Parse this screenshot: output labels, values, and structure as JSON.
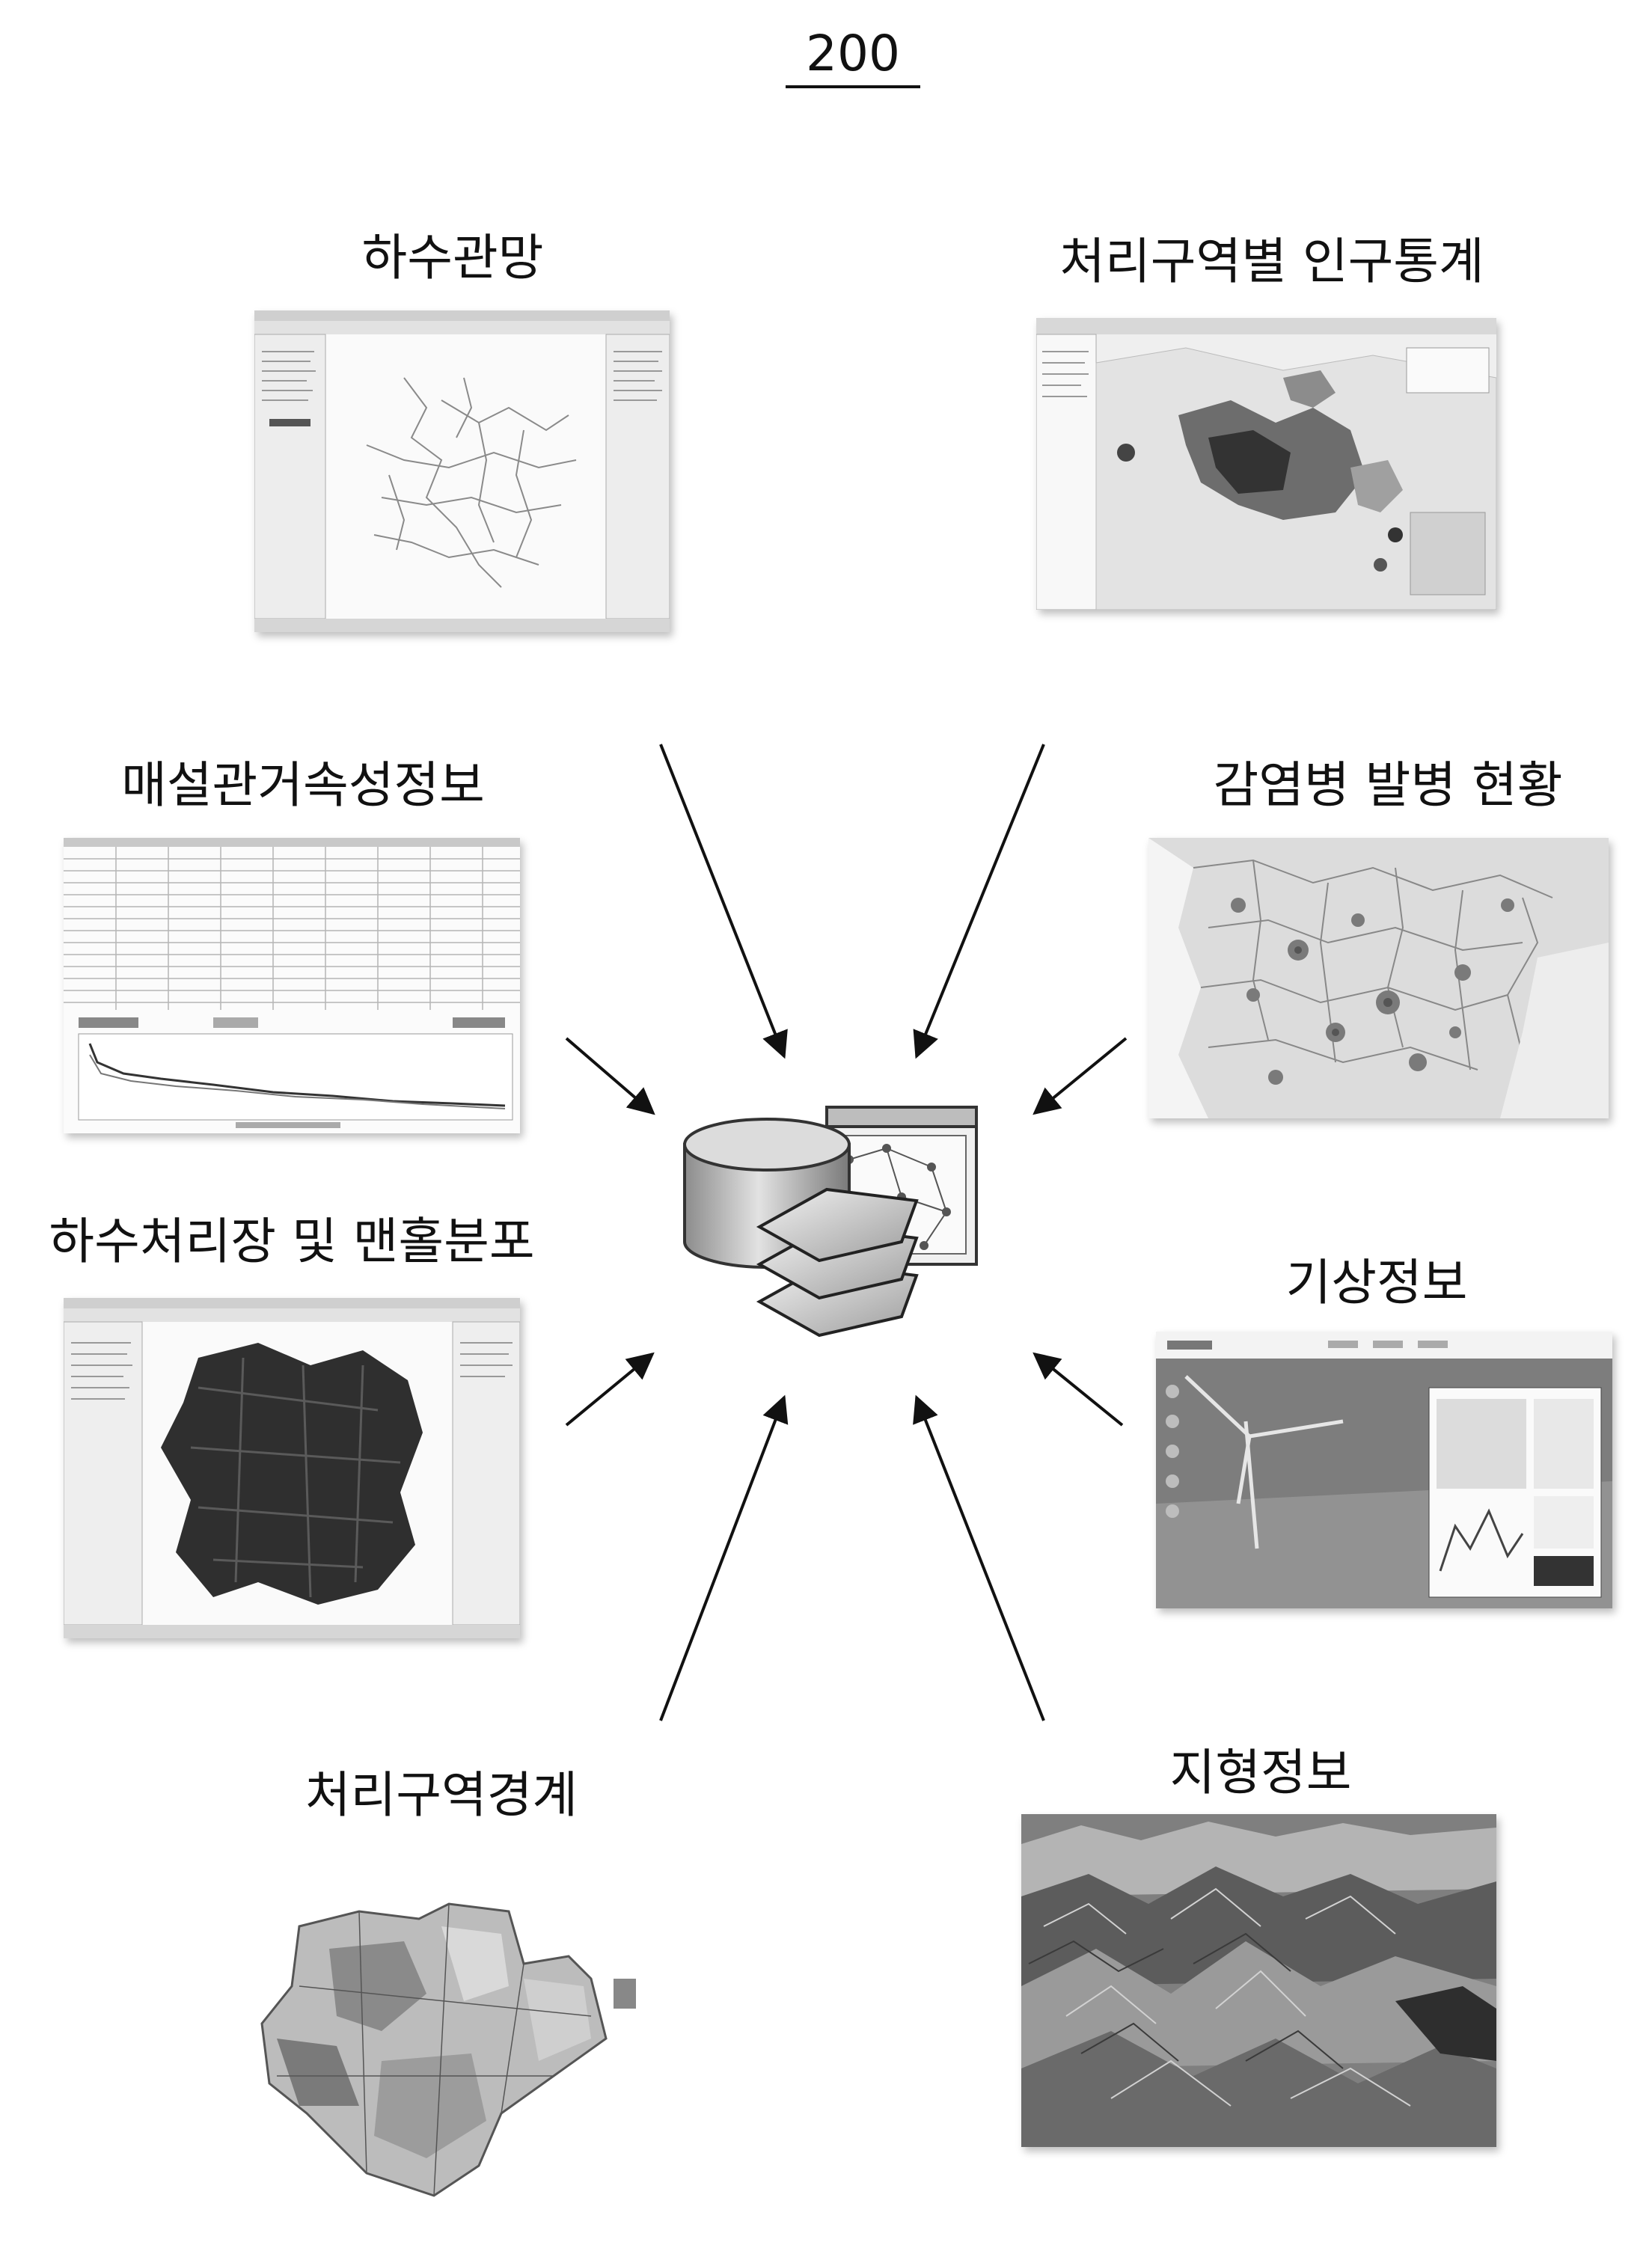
{
  "figure_number": "200",
  "sources": [
    {
      "id": "sewer-network",
      "label": "하수관망"
    },
    {
      "id": "population-stats",
      "label": "처리구역별 인구통계"
    },
    {
      "id": "pipe-attributes",
      "label": "매설관거속성정보"
    },
    {
      "id": "disease-status",
      "label": "감염병 발병 현황"
    },
    {
      "id": "plant-manhole",
      "label": "하수처리장 및 맨홀분포"
    },
    {
      "id": "weather",
      "label": "기상정보"
    },
    {
      "id": "service-boundary",
      "label": "처리구역경계"
    },
    {
      "id": "terrain",
      "label": "지형정보"
    }
  ],
  "center": {
    "icon": "database-gis-layers-icon"
  },
  "colors": {
    "line": "#111111",
    "dark": "#3a3a3a",
    "mid": "#8a8a8a",
    "light": "#d6d6d6"
  }
}
